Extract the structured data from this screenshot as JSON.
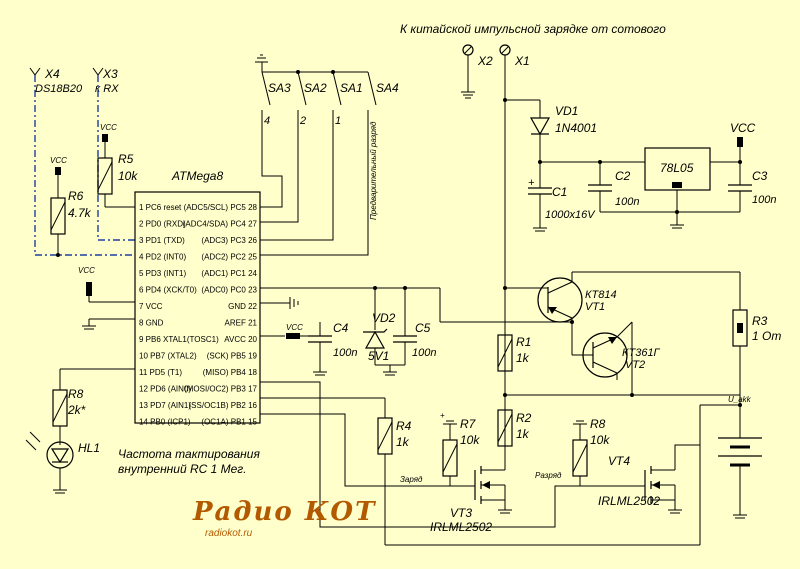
{
  "title_note": "К китайской импульсной зарядке от сотового",
  "connectors": {
    "x2": "X2",
    "x1": "X1",
    "x4": "X4",
    "x4_sub": "DS18B20",
    "x3": "X3",
    "x3_sub": "к RX"
  },
  "switches": [
    "SA3",
    "SA2",
    "SA1",
    "SA4"
  ],
  "switch_wires": [
    "4",
    "2",
    "1"
  ],
  "preliminary_discharge": "Предварительный разряд",
  "mcu": {
    "name": "ATMega8",
    "left_pins": [
      "1 PC6 reset",
      "2 PD0 (RXD)",
      "3 PD1 (TXD)",
      "4 PD2 (INT0)",
      "5 PD3 (INT1)",
      "6 PD4 (XCK/T0)",
      "7 VCC",
      "8 GND",
      "9 PB6 XTAL1(TOSC1)",
      "10 PB7 (XTAL2)",
      "11 PD5  (T1)",
      "12 PD6 (AIN0)",
      "13 PD7 (AIN1)",
      "14 PB0 (ICP1)"
    ],
    "right_pins": [
      "(ADC5/SCL) PC5 28",
      "(ADC4/SDA) PC4 27",
      "(ADC3) PC3 26",
      "(ADC2) PC2 25",
      "(ADC1) PC1 24",
      "(ADC0) PC0 23",
      "GND 22",
      "AREF 21",
      "AVCC 20",
      "(SCK) PB5 19",
      "(MISO) PB4 18",
      "(MOSI/OC2) PB3 17",
      "(SS/OC1B) PB2 16",
      "(OC1A) PB1 15"
    ]
  },
  "vcc": "VCC",
  "parts": {
    "r5": "R5",
    "r5v": "10k",
    "r6": "R6",
    "r6v": "4.7k",
    "r8a": "R8",
    "r8av": "2k*",
    "hl1": "HL1",
    "vd1": "VD1",
    "vd1v": "1N4001",
    "c1": "C1",
    "c1v": "1000x16V",
    "c2": "C2",
    "c2v": "100n",
    "reg": "78L05",
    "c3": "C3",
    "c3v": "100n",
    "c4": "C4",
    "c4v": "100n",
    "vd2": "VD2",
    "vd2v": "5V1",
    "c5": "C5",
    "c5v": "100n",
    "vt1": "КТ814",
    "vt1n": "VT1",
    "vt2": "КТ361Г",
    "vt2n": "VT2",
    "r1": "R1",
    "r1v": "1k",
    "r3": "R3",
    "r3v": "1 Om",
    "r2": "R2",
    "r2v": "1k",
    "r4": "R4",
    "r4v": "1k",
    "r7": "R7",
    "r7v": "10k",
    "r8b": "R8",
    "r8bv": "10k",
    "vt3": "VT3",
    "vt3v": "IRLML2502",
    "vt4": "VT4",
    "vt4v": "IRLML2502",
    "charge": "Заряд",
    "discharge": "Разряд",
    "uakk": "U_akk",
    "plus": "+"
  },
  "clock_note_1": "Частота тактирования",
  "clock_note_2": "внутренний RC 1 Мег.",
  "logo": "Радио КОТ",
  "logo_url": "radiokot.ru",
  "colors": {
    "background": "#ffffcc",
    "dash_wire": "#1f3f9f",
    "logo": "#b35a00"
  }
}
